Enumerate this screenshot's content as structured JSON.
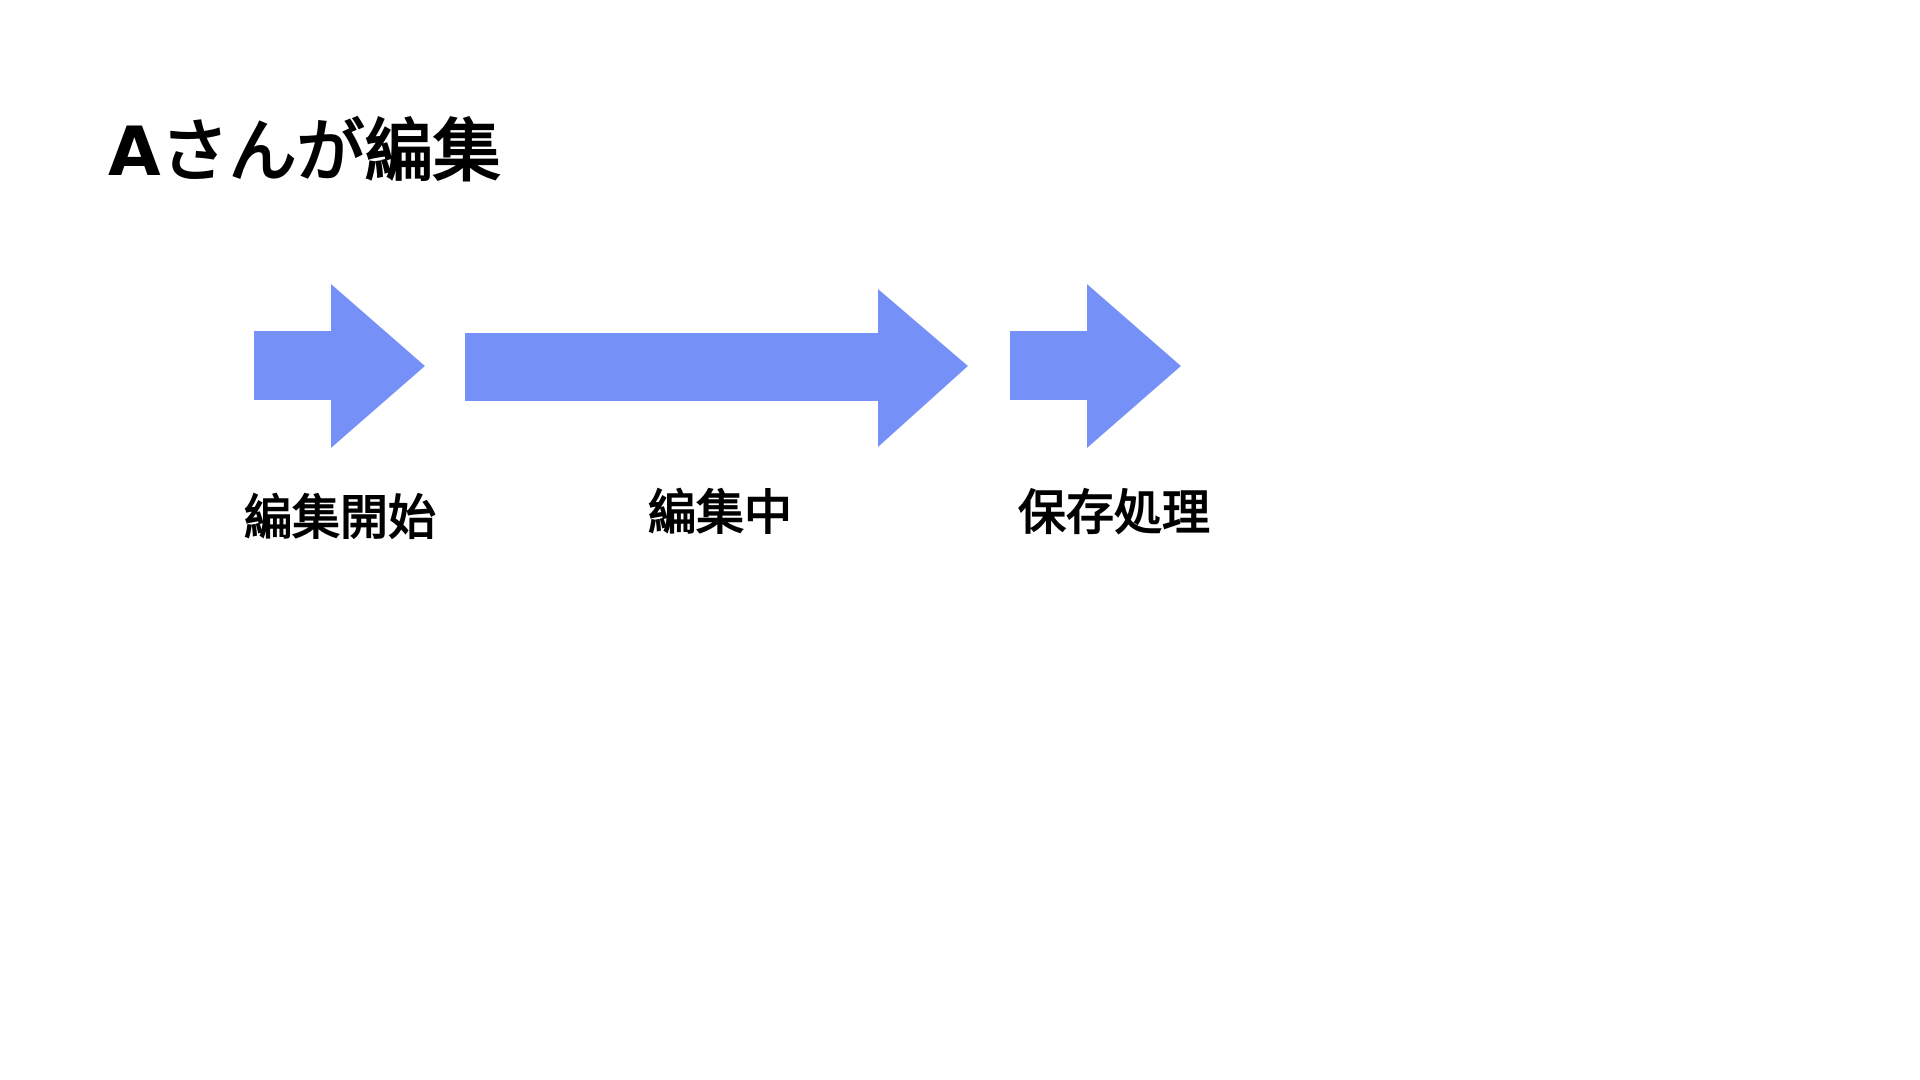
{
  "title": "Aさんが編集",
  "colors": {
    "arrow": "#7590f7",
    "text": "#000000",
    "background": "#ffffff"
  },
  "steps": [
    {
      "label": "編集開始"
    },
    {
      "label": "編集中"
    },
    {
      "label": "保存処理"
    }
  ]
}
